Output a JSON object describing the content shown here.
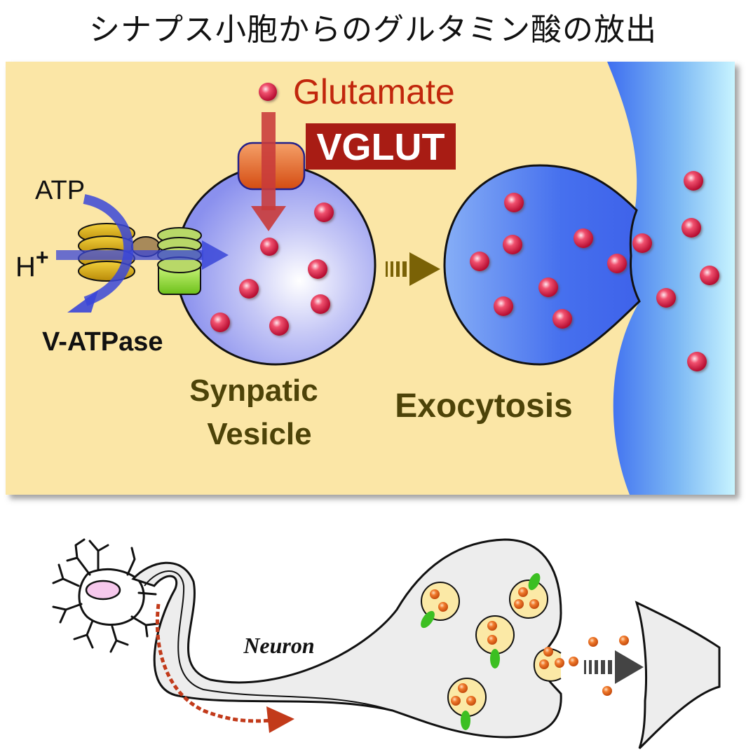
{
  "title": "シナプス小胞からのグルタミン酸の放出",
  "labels": {
    "glutamate": "Glutamate",
    "vglut": "VGLUT",
    "atp": "ATP",
    "h": "H",
    "h_sup": "+",
    "vatpase": "V-ATPase",
    "vesicle_line1": "Synpatic",
    "vesicle_line2": "Vesicle",
    "exocytosis": "Exocytosis",
    "neuron": "Neuron"
  },
  "colors": {
    "cytoplasm": "#fbe6a6",
    "glutamate_text": "#c1260c",
    "vglut_box": "#a81c14",
    "olive_text": "#4d4308",
    "olive_arrow": "#7a6206",
    "blue_arrow": "#3a46d8",
    "red_arrow": "#c83a3a",
    "sphere_red": "#e0204a",
    "orange_dot": "#e8641c",
    "green_oval": "#3cbf22",
    "neuron_fill": "#ededed"
  }
}
